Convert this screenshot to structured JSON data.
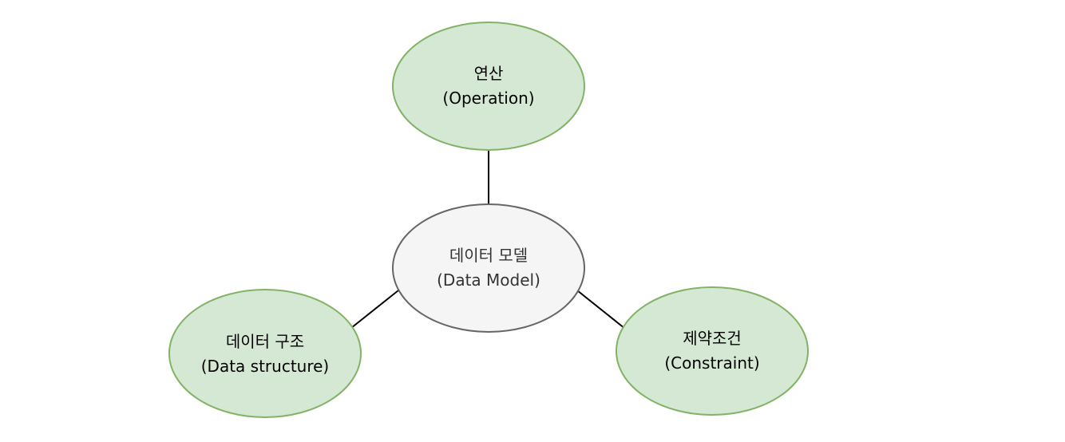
{
  "diagram": {
    "center": {
      "line1": "데이터 모델",
      "line2": "(Data Model)"
    },
    "top": {
      "line1": "연산",
      "line2": "(Operation)"
    },
    "left": {
      "line1": "데이터 구조",
      "line2": "(Data structure)"
    },
    "right": {
      "line1": "제약조건",
      "line2": "(Constraint)"
    }
  },
  "colors": {
    "outer_fill": "#d5e8d4",
    "outer_stroke": "#82b366",
    "center_fill": "#f5f5f5",
    "center_stroke": "#666666",
    "connector": "#000000"
  }
}
